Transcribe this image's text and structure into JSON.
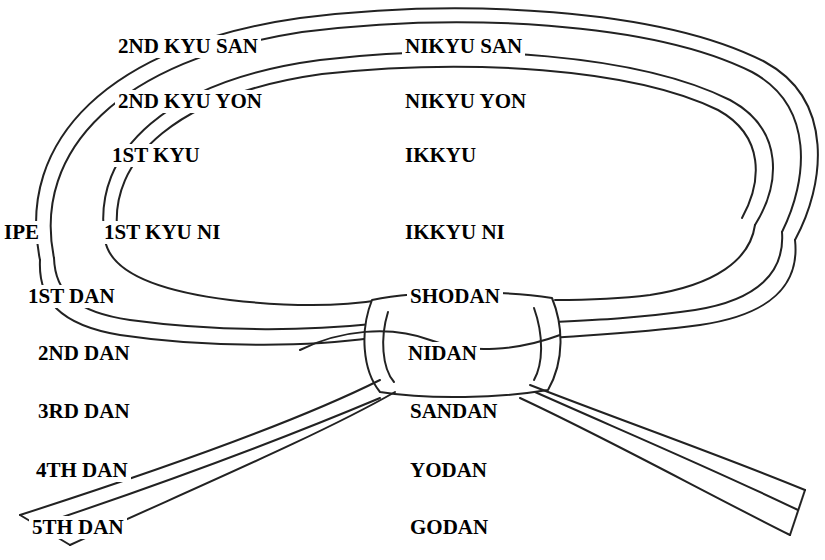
{
  "diagram": {
    "labels": [
      "2ND KYU SAN",
      "NIKYU SAN",
      "2ND KYU YON",
      "NIKYU YON",
      "1ST KYU",
      "IKKYU",
      "IPE",
      "1ST KYU NI",
      "IKKYU NI",
      "1ST DAN",
      "SHODAN",
      "2ND DAN",
      "NIDAN",
      "3RD DAN",
      "SANDAN",
      "4TH DAN",
      "YODAN",
      "5TH DAN",
      "GODAN"
    ]
  }
}
